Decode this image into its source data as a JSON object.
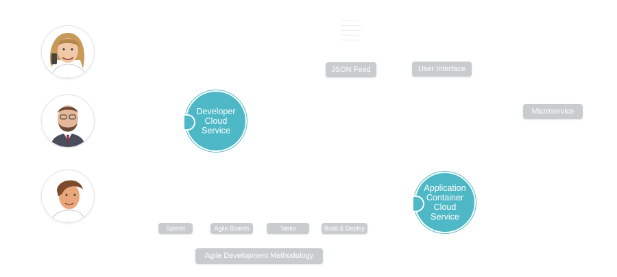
{
  "users": [
    {
      "name": "woman-avatar",
      "hair": "#c89a5a",
      "skin": "#f0c9a8",
      "shirt": "#ffffff"
    },
    {
      "name": "bearded-man-avatar",
      "hair": "#6b4a3a",
      "skin": "#e6b89a",
      "shirt": "#4a4d5a"
    },
    {
      "name": "young-man-avatar",
      "hair": "#7a4a2a",
      "skin": "#e8a67a",
      "shirt": "#ffffff"
    }
  ],
  "services": {
    "developer": "Developer\nCloud\nService",
    "container": "Application\nContainer\nCloud\nService"
  },
  "labels": {
    "json_feed": "JSON Feed",
    "user_interface": "User Interface",
    "microservice": "Microservice",
    "sprints": "Sprints",
    "agile_boards": "Agile Boards",
    "tasks": "Tasks",
    "build_deploy": "Build & Deploy",
    "agile_methodology": "Agile Development Methodology"
  },
  "colors": {
    "service": "#4fb8c6",
    "pill": "#c9cccf",
    "pill_text": "#ffffff"
  }
}
